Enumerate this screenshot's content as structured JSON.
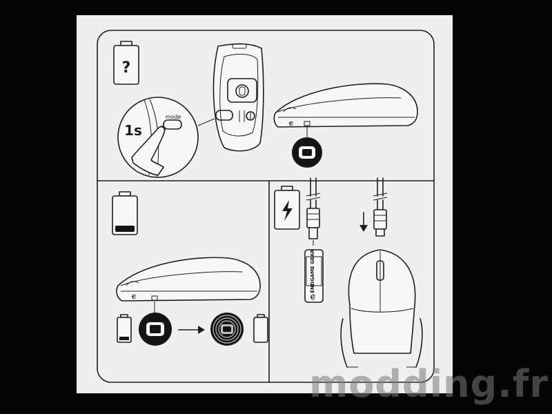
{
  "panel1": {
    "unknown_symbol": "?",
    "hold_time": "1s",
    "button_label": "mode"
  },
  "panel3": {
    "dongle_text": "ENDGAME GEAR"
  },
  "watermark": {
    "text": "modding.fr"
  },
  "colors": {
    "background": "#050505",
    "sheet": "#efefef",
    "ink": "#1c1c1c",
    "watermark": "#8a8a8a"
  },
  "icons": [
    "battery-unknown-icon",
    "battery-low-icon",
    "battery-charging-icon",
    "battery-full-icon",
    "led-off-icon",
    "led-pulse-icon",
    "arrow-right-icon",
    "arrow-down-icon",
    "usb-cable-icon",
    "usb-dongle-icon",
    "brand-logo-icon"
  ]
}
